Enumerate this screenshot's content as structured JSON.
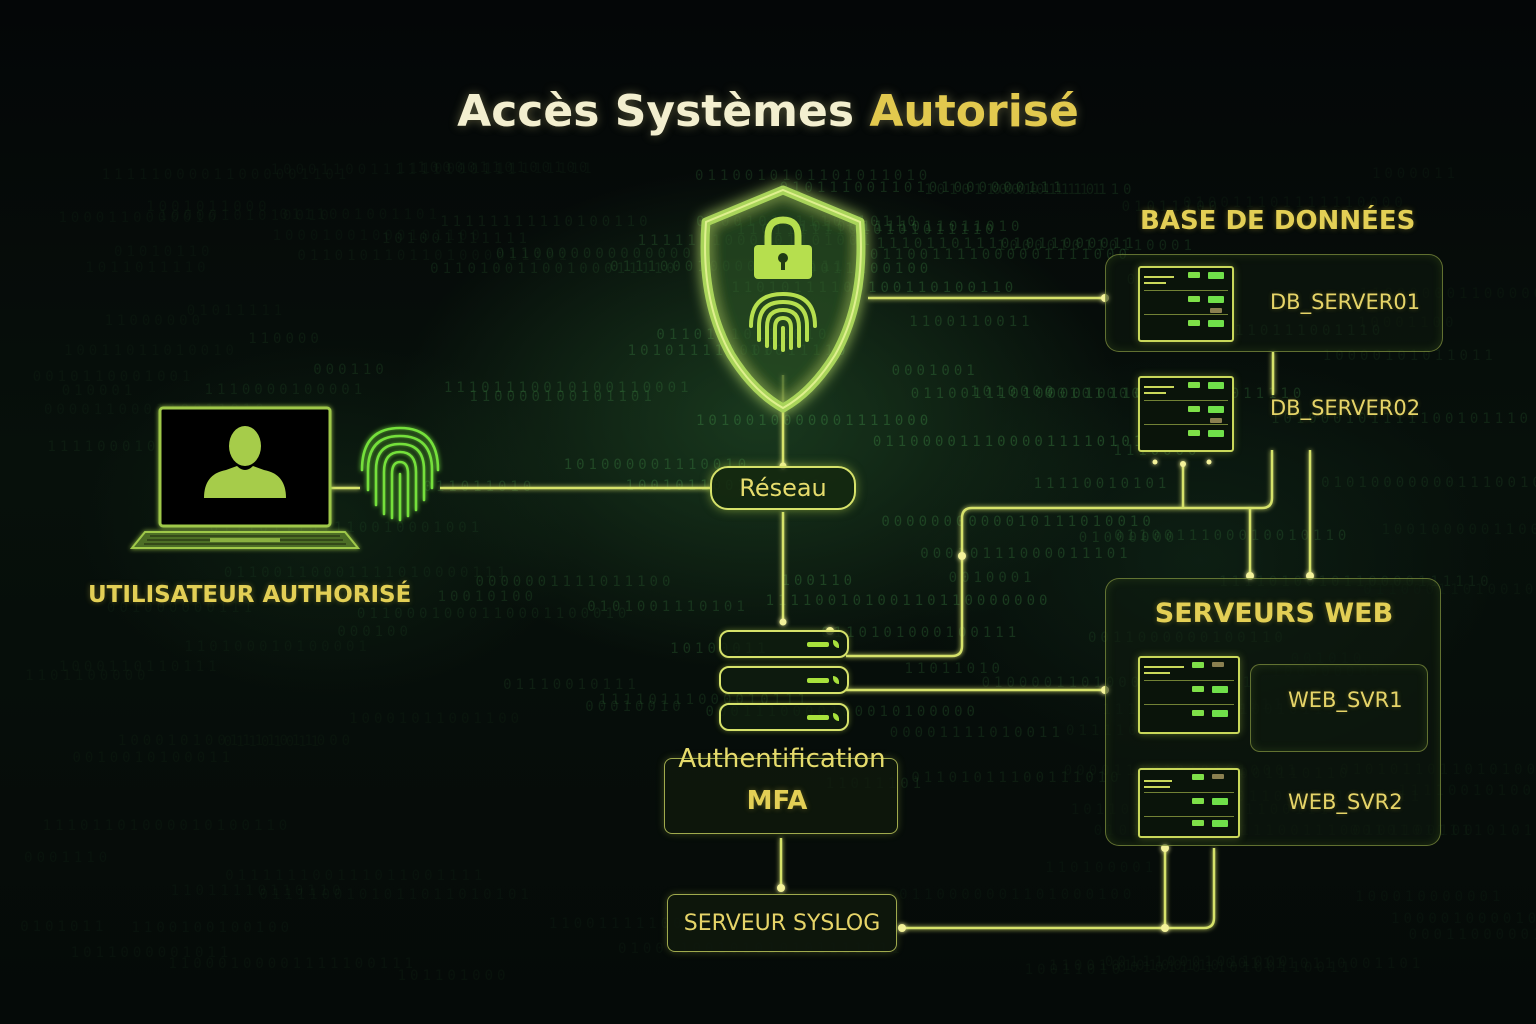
{
  "title": {
    "main": "Accès Systèmes",
    "accent": "Autorisé"
  },
  "user": {
    "label": "UTILISATEUR AUTHORISÉ",
    "icon": "laptop-user-icon",
    "biometric_icon": "fingerprint-icon"
  },
  "security": {
    "icon": "shield-lock-fingerprint-icon"
  },
  "network": {
    "label": "Réseau"
  },
  "mfa": {
    "line1": "Authentification",
    "line2": "MFA",
    "icon": "server-rack-icon"
  },
  "syslog": {
    "label": "SERVEUR SYSLOG"
  },
  "database": {
    "heading": "BASE DE DONNÉES",
    "servers": [
      {
        "name": "DB_SERVER01"
      },
      {
        "name": "DB_SERVER02"
      }
    ]
  },
  "web": {
    "heading": "SERVEURS WEB",
    "servers": [
      {
        "name": "WEB_SVR1"
      },
      {
        "name": "WEB_SVR2"
      }
    ]
  },
  "colors": {
    "accent": "#e2c94e",
    "wire": "#d6e26a",
    "glow": "#8ee04a",
    "background": "#05090a"
  }
}
